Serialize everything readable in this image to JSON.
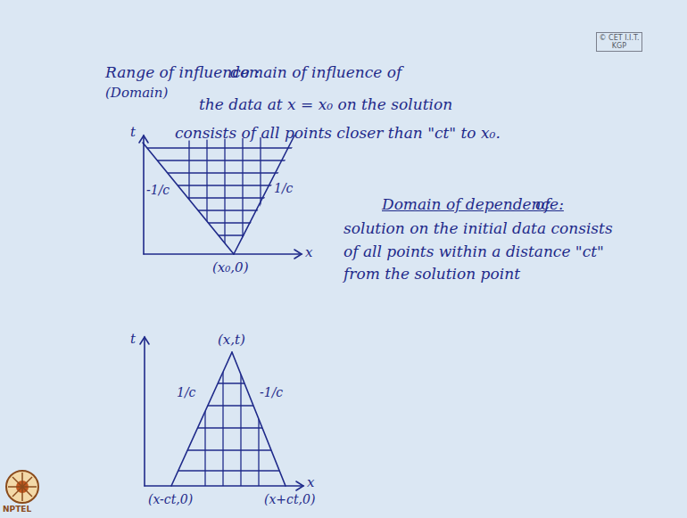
{
  "diagram": {
    "labels": [
      "© CET I.I.T. KGP",
      "Range of influence :",
      "(Domain)",
      "domain of influence of",
      "the data at x = x₀ on the solution",
      "consists of all points closer than \"ct\" to x₀.",
      "t",
      "x",
      "-1/c",
      "1/c",
      "(x₀,0)",
      "Domain of dependence:",
      "of",
      "solution on the initial data consists",
      "of all points within a distance \"ct\"",
      "from the solution point",
      "t",
      "x",
      "(x,t)",
      "1/c",
      "-1/c",
      "(x-ct,0)",
      "(x+ct,0)",
      "NPTEL"
    ]
  }
}
